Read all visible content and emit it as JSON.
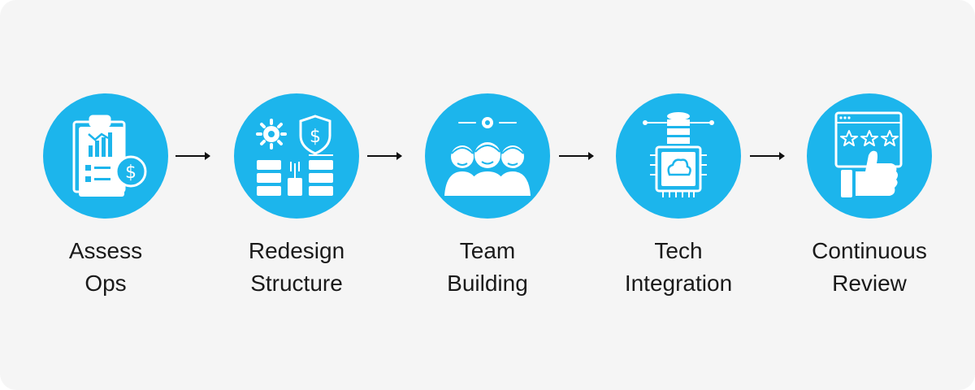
{
  "steps": [
    {
      "line1": "Assess",
      "line2": "Ops",
      "icon": "clipboard-chart-dollar-icon"
    },
    {
      "line1": "Redesign",
      "line2": "Structure",
      "icon": "servers-gear-shield-icon"
    },
    {
      "line1": "Team",
      "line2": "Building",
      "icon": "team-people-gear-icon"
    },
    {
      "line1": "Tech",
      "line2": "Integration",
      "icon": "database-cloud-chip-icon"
    },
    {
      "line1": "Continuous",
      "line2": "Review",
      "icon": "stars-thumbs-up-icon"
    }
  ],
  "colors": {
    "circle": "#1cb5ec",
    "panel": "#f5f5f5",
    "text": "#1a1a1a",
    "arrow": "#111111"
  }
}
